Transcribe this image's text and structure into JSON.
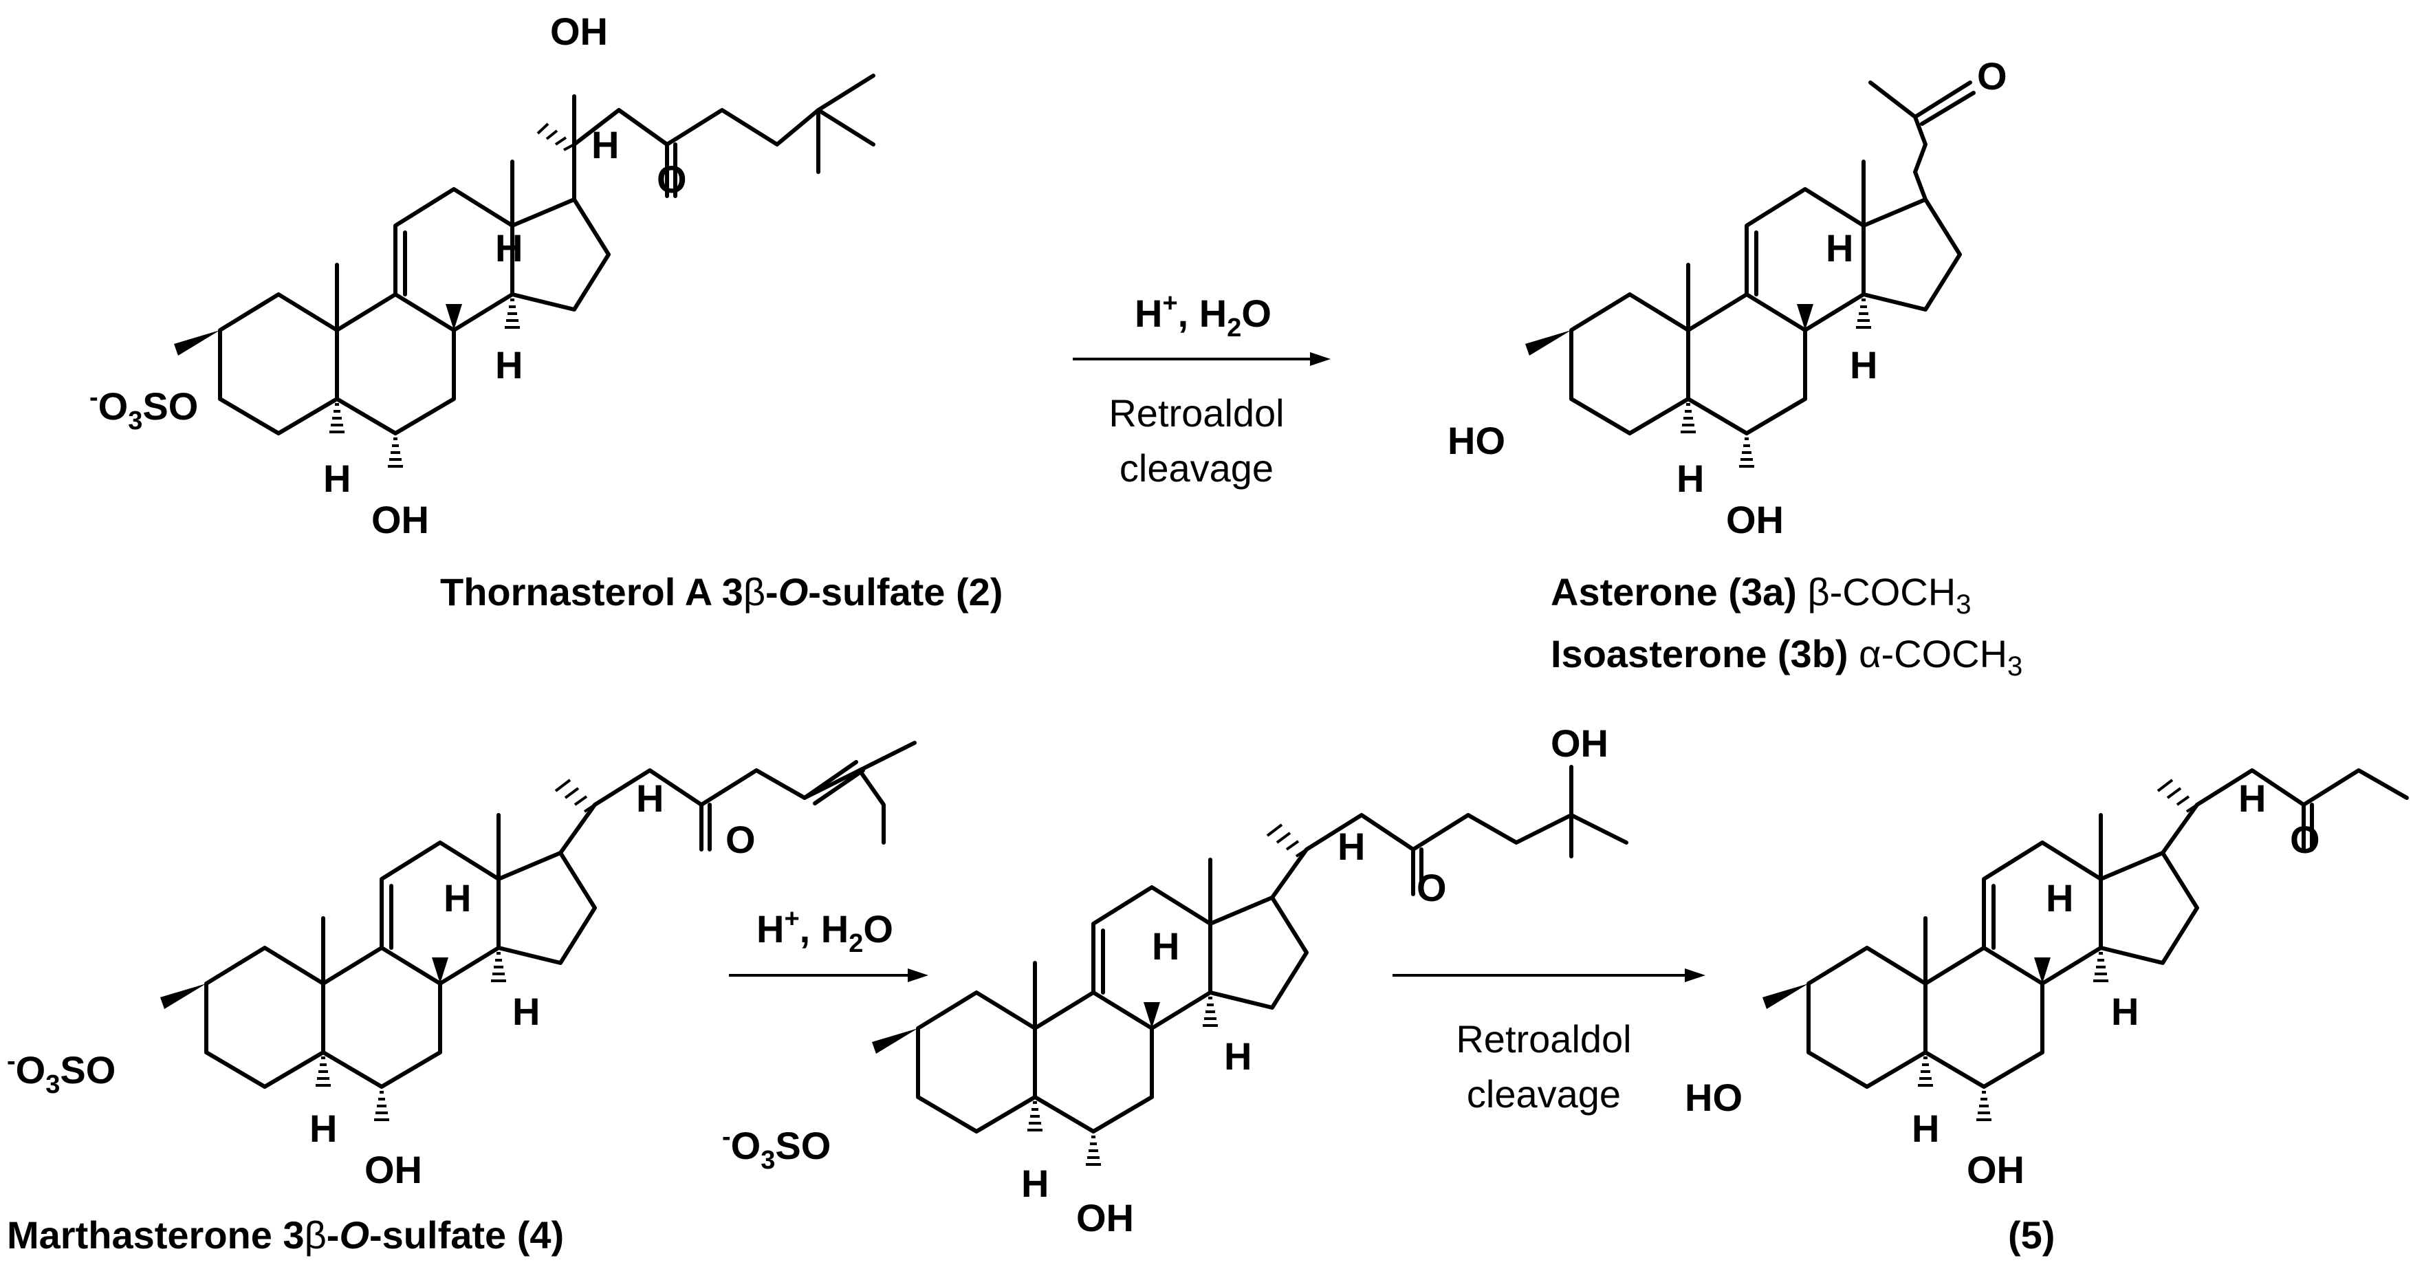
{
  "reactions": [
    {
      "reagents": {
        "label": "H",
        "sup": "+",
        "rest": ", H",
        "sub": "2",
        "end": "O"
      },
      "condition_lines": [
        "Retroaldol",
        "cleavage"
      ]
    },
    {
      "reagents": {
        "label": "H",
        "sup": "+",
        "rest": ", H",
        "sub": "2",
        "end": "O"
      }
    },
    {
      "condition_lines": [
        "Retroaldol",
        "cleavage"
      ]
    }
  ],
  "compounds": {
    "thornasterol": {
      "name_pre": "Thornasterol A 3",
      "greek": "β",
      "dash": "-",
      "italic": "O",
      "name_post": "-sulfate (2)",
      "sulfate_label": {
        "charge": "-",
        "o": "O",
        "sub": "3",
        "rest": "SO"
      },
      "atoms": {
        "oh_side": "OH",
        "ketone_o": "O",
        "h17": "H",
        "h9": "H",
        "h14": "H",
        "h5": "H",
        "oh6": "OH"
      }
    },
    "asterone": {
      "line1": {
        "name": "Asterone (3a)",
        "greek": "β",
        "suffix": "-COCH",
        "sub": "3"
      },
      "line2": {
        "name": "Isoasterone (3b)",
        "greek": "α",
        "suffix": "-COCH",
        "sub": "3"
      },
      "atoms": {
        "ketone_o": "O",
        "ho3": "HO",
        "h9": "H",
        "h14": "H",
        "h5": "H",
        "oh6": "OH"
      }
    },
    "marthasterone": {
      "name_pre": "Marthasterone 3",
      "greek": "β",
      "dash": "-",
      "italic": "O",
      "name_post": "-sulfate (4)",
      "sulfate_label": {
        "charge": "-",
        "o": "O",
        "sub": "3",
        "rest": "SO"
      },
      "atoms": {
        "ketone_o": "O",
        "h17": "H",
        "h9": "H",
        "h14": "H",
        "h5": "H",
        "oh6": "OH"
      }
    },
    "intermediate": {
      "sulfate_label": {
        "charge": "-",
        "o": "O",
        "sub": "3",
        "rest": "SO"
      },
      "atoms": {
        "oh_side": "OH",
        "ketone_o": "O",
        "h17": "H",
        "h9": "H",
        "h14": "H",
        "h5": "H",
        "oh6": "OH"
      }
    },
    "compound5": {
      "name": "(5)",
      "atoms": {
        "ketone_o": "O",
        "ho3": "HO",
        "h17": "H",
        "h9": "H",
        "h14": "H",
        "h5": "H",
        "oh6": "OH"
      }
    }
  },
  "colors": {
    "ink": "#000000",
    "background": "#ffffff"
  }
}
